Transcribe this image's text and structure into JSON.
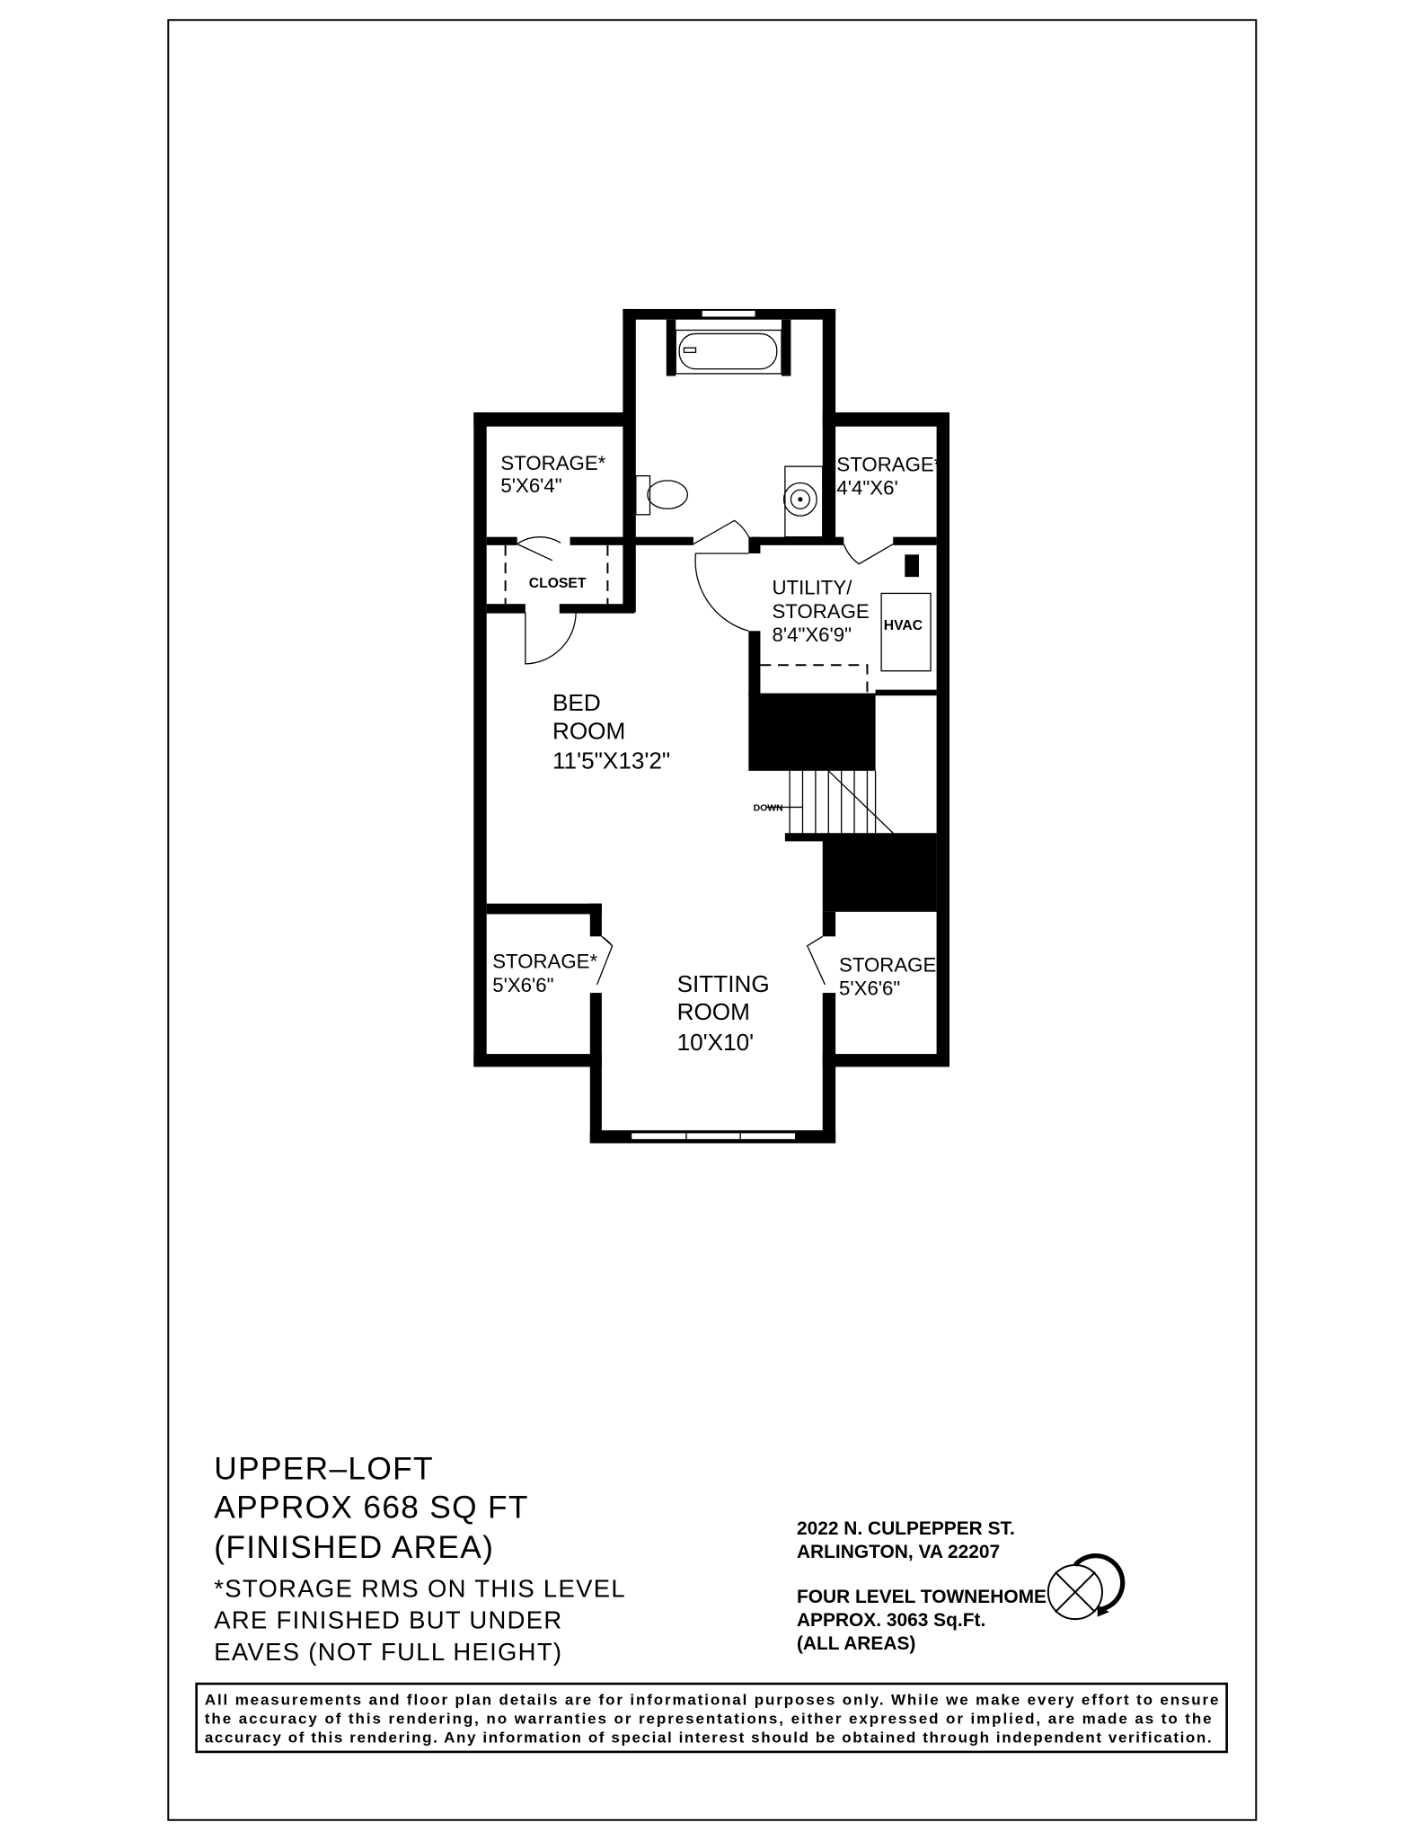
{
  "rooms": {
    "storage_top_left": {
      "name": "STORAGE*",
      "size": "5'X6'4\""
    },
    "storage_top_right": {
      "name": "STORAGE*",
      "size": "4'4\"X6'"
    },
    "closet": {
      "name": "CLOSET"
    },
    "utility": {
      "name_line1": "UTILITY/",
      "name_line2": "STORAGE",
      "size": "8'4\"X6'9\""
    },
    "hvac": {
      "name": "HVAC"
    },
    "bedroom": {
      "name_line1": "BED",
      "name_line2": "ROOM",
      "size": "11'5\"X13'2\""
    },
    "stairs": {
      "label": "DOWN"
    },
    "storage_bottom_left": {
      "name": "STORAGE*",
      "size": "5'X6'6\""
    },
    "sitting_room": {
      "name_line1": "SITTING",
      "name_line2": "ROOM",
      "size": "10'X10'"
    },
    "storage_bottom_right": {
      "name": "STORAGE*",
      "size": "5'X6'6\""
    }
  },
  "level_info": {
    "level": "UPPER–LOFT",
    "area": "APPROX 668 SQ FT",
    "area_note": "(FINISHED AREA)",
    "note_lines": [
      "*STORAGE RMS ON THIS LEVEL",
      "ARE FINISHED BUT UNDER",
      "EAVES (NOT FULL HEIGHT)"
    ]
  },
  "property": {
    "address_line1": "2022 N. CULPEPPER ST.",
    "address_line2": "ARLINGTON, VA   22207",
    "type": "FOUR LEVEL TOWNEHOME",
    "total_area": "APPROX. 3063 Sq.Ft.",
    "total_area_note": "(ALL AREAS)"
  },
  "compass_icon": "north-arrow-compass",
  "disclaimer_lines": [
    "All measurements and floor plan details are for informational purposes only. While we make every effort to ensure",
    "the accuracy of this rendering, no warranties or representations, either expressed or implied, are made as to the",
    "accuracy of this rendering. Any information of special interest should be obtained through independent verification."
  ]
}
